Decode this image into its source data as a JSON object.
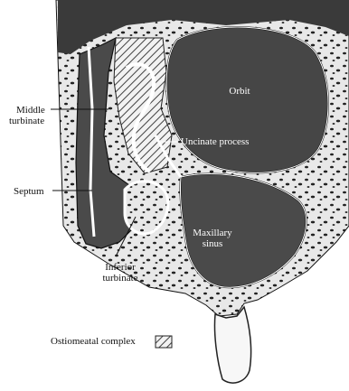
{
  "figure": {
    "labels": {
      "orbit": "Orbit",
      "uncinate": "Uncinate process",
      "middle_turbinate_1": "Middle",
      "middle_turbinate_2": "turbinate",
      "septum": "Septum",
      "maxillary_1": "Maxillary",
      "maxillary_2": "sinus",
      "inferior_1": "Inferior",
      "inferior_2": "turbinate",
      "legend": "Ostiomeatal complex"
    },
    "colors": {
      "bone": "#e6e6e6",
      "cavity": "#4a4a4a",
      "air": "#ffffff",
      "outline": "#111111",
      "hatch": "#333333"
    }
  }
}
